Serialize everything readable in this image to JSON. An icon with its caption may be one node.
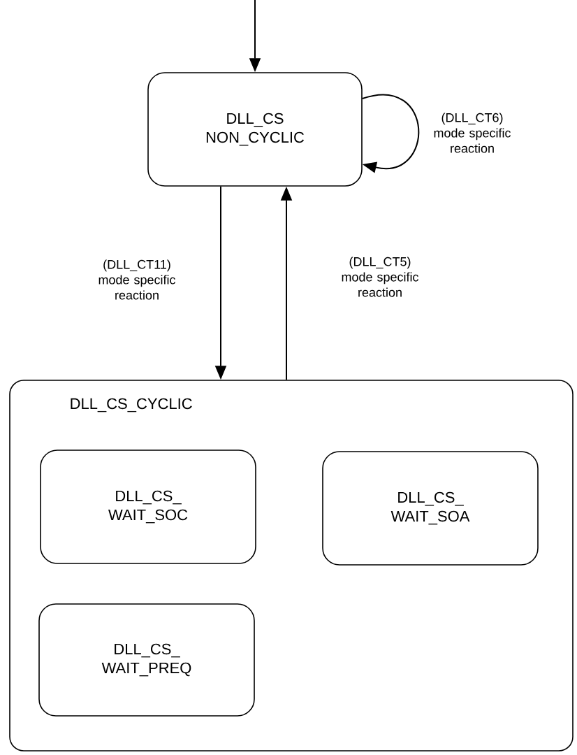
{
  "diagram": {
    "nodes": [
      {
        "text": [
          "DLL_CS NON_CYCLIC"
        ]
      },
      {
        "text": [
          "DLL_CS_CYCLIC"
        ]
      },
      {
        "text": [
          "DLL_CS_ WAIT_SOC"
        ],
        "in": 1
      },
      {
        "text": [
          "DLL_CS_ WAIT_SOA"
        ],
        "in": 1
      },
      {
        "text": [
          "DLL_CS_ WAIT_PREQ"
        ],
        "in": 1
      }
    ],
    "edges": [
      {
        "from": null,
        "to": 0,
        "arrow": "to"
      },
      {
        "from": 0,
        "to": 0,
        "arrow": "to",
        "label": "(DLL_CT6) mode specific reaction"
      },
      {
        "from": 0,
        "to": 1,
        "arrow": "to",
        "label": "(DLL_CT11) mode specific reaction"
      },
      {
        "from": 1,
        "to": 0,
        "arrow": "to",
        "label": "(DLL_CT5) mode specific reaction"
      }
    ]
  }
}
